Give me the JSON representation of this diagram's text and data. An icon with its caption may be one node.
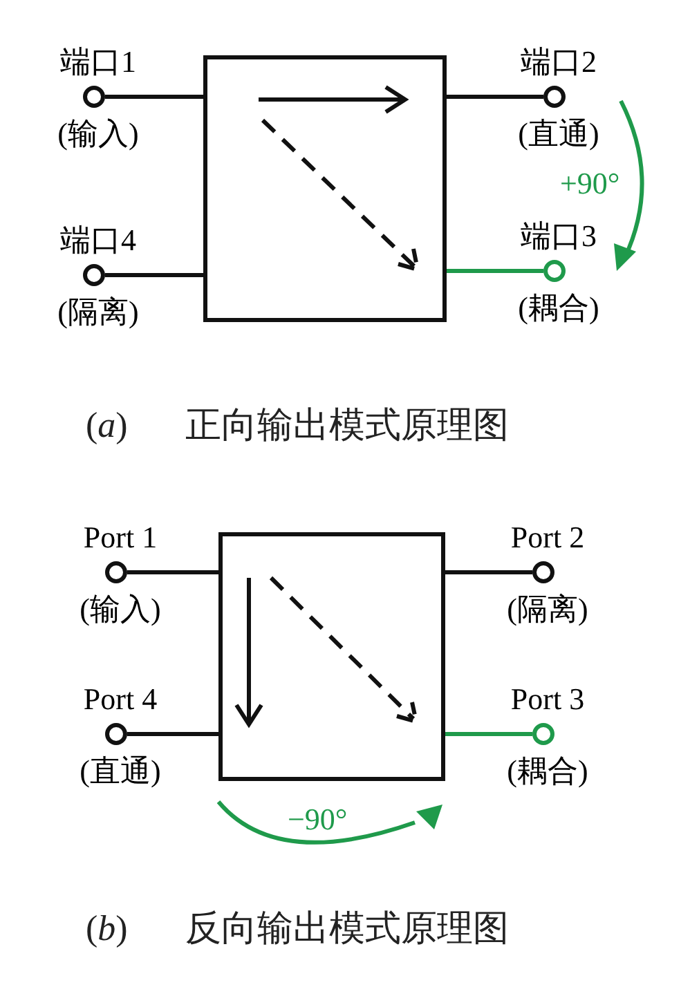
{
  "diagram": {
    "nodes": [
      {
        "text": [],
        "shape": "box"
      },
      {
        "text": [
          "端口1",
          "(输入)"
        ]
      },
      {
        "text": [
          "端口4",
          "(隔离)"
        ]
      },
      {
        "text": [
          "端口2",
          "(直通)"
        ]
      },
      {
        "text": [
          "端口3",
          "(耦合)"
        ]
      },
      {
        "text": [],
        "shape": "box"
      },
      {
        "text": [
          "Port 1",
          "(输入)"
        ]
      },
      {
        "text": [
          "Port 4",
          "(直通)"
        ]
      },
      {
        "text": [
          "Port 2",
          "(隔离)"
        ]
      },
      {
        "text": [
          "Port 3",
          "(耦合)"
        ]
      }
    ],
    "edges": [
      {
        "from": 1,
        "to": 0,
        "arrow": "none"
      },
      {
        "from": 2,
        "to": 0,
        "arrow": "none"
      },
      {
        "from": 0,
        "to": 3,
        "arrow": "none"
      },
      {
        "from": 0,
        "to": 4,
        "arrow": "none",
        "color": "#1f9a4b"
      },
      {
        "from": 6,
        "to": 5,
        "arrow": "none"
      },
      {
        "from": 7,
        "to": 5,
        "arrow": "none"
      },
      {
        "from": 5,
        "to": 8,
        "arrow": "none"
      },
      {
        "from": 5,
        "to": 9,
        "arrow": "none",
        "color": "#1f9a4b"
      }
    ],
    "labels": [
      "+90°",
      "(*a*)",
      "正向输出模式原理图",
      "−90°",
      "(*b*)",
      "反向输出模式原理图"
    ]
  }
}
